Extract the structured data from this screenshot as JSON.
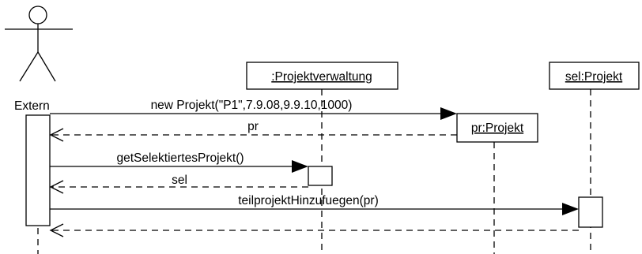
{
  "participants": {
    "actor": "Extern",
    "projektverwaltung": ":Projektverwaltung",
    "sel_projekt": "sel:Projekt",
    "pr_projekt": "pr:Projekt"
  },
  "messages": [
    {
      "label": "new Projekt(\"P1\",7.9.08,9.9.10,1000)",
      "kind": "create"
    },
    {
      "label": "pr",
      "kind": "return"
    },
    {
      "label": "getSelektiertesProjekt()",
      "kind": "call"
    },
    {
      "label": "sel",
      "kind": "return"
    },
    {
      "label": "teilprojektHinzufuegen(pr)",
      "kind": "call"
    },
    {
      "label": "",
      "kind": "return"
    }
  ]
}
